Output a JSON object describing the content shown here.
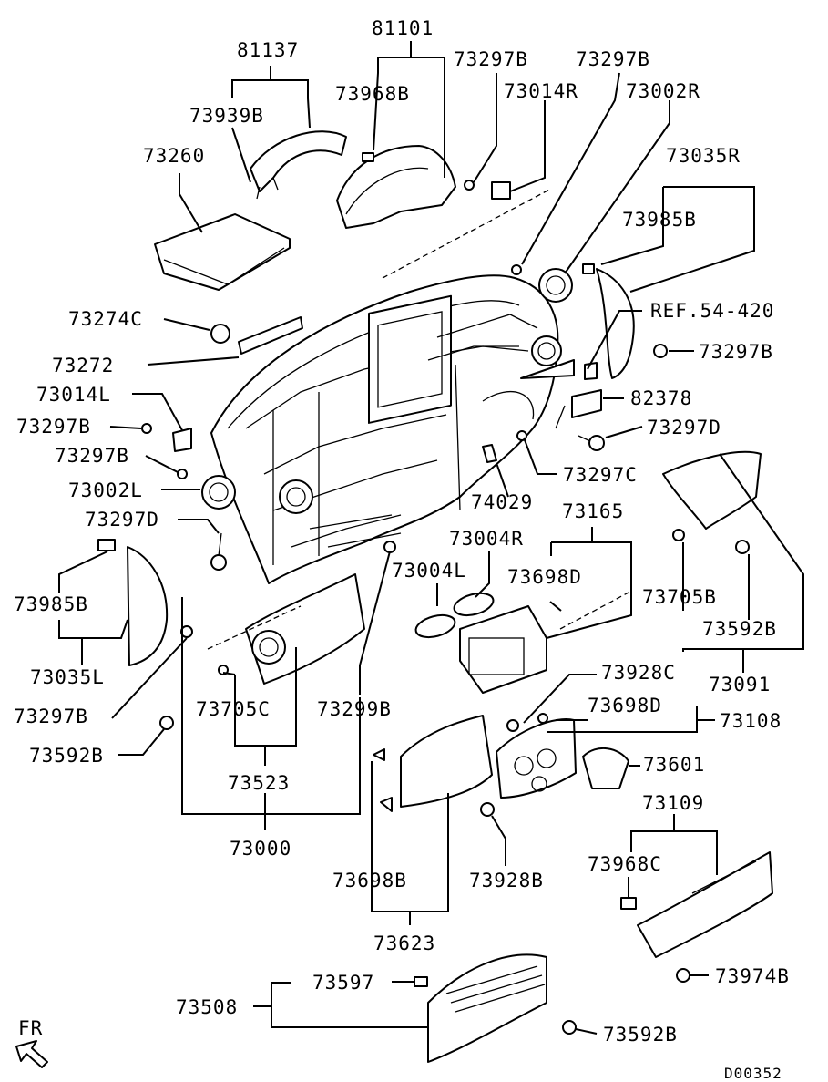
{
  "labels": {
    "p81101": "81101",
    "p81137": "81137",
    "p73939B": "73939B",
    "p73968B": "73968B",
    "p73297B_1": "73297B",
    "p73297B_2": "73297B",
    "p73014R": "73014R",
    "p73002R": "73002R",
    "p73035R": "73035R",
    "p73985B_1": "73985B",
    "p73260": "73260",
    "p73274C": "73274C",
    "p73272": "73272",
    "ref": "REF.54-420",
    "p73297B_3": "73297B",
    "p73014L": "73014L",
    "p82378": "82378",
    "p73297B_4": "73297B",
    "p73297D_1": "73297D",
    "p73297B_5": "73297B",
    "p73297C": "73297C",
    "p73002L": "73002L",
    "p74029": "74029",
    "p73165": "73165",
    "p73297D_2": "73297D",
    "p73004R": "73004R",
    "p73004L": "73004L",
    "p73698D_1": "73698D",
    "p73705B": "73705B",
    "p73985B_2": "73985B",
    "p73592B_1": "73592B",
    "p73035L": "73035L",
    "p73091": "73091",
    "p73928C": "73928C",
    "p73297B_6": "73297B",
    "p73705C": "73705C",
    "p73299B": "73299B",
    "p73698D_2": "73698D",
    "p73108": "73108",
    "p73592B_2": "73592B",
    "p73601": "73601",
    "p73523": "73523",
    "p73109": "73109",
    "p73000": "73000",
    "p73968C": "73968C",
    "p73698B": "73698B",
    "p73928B": "73928B",
    "p73623": "73623",
    "p73974B": "73974B",
    "p73597": "73597",
    "p73508": "73508",
    "p73592B_3": "73592B",
    "fr": "FR",
    "code": "D00352"
  }
}
